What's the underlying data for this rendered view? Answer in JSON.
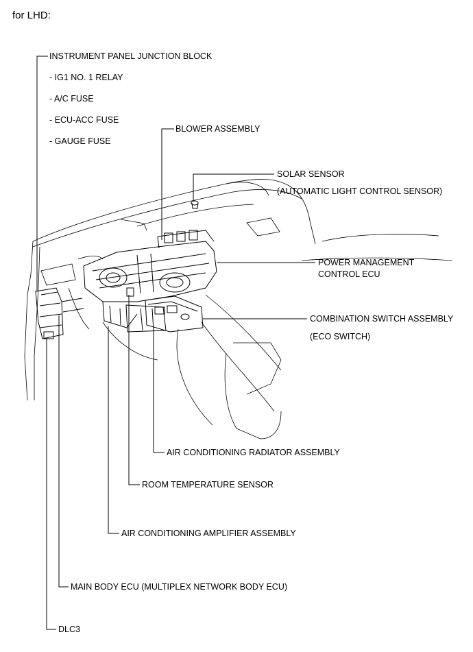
{
  "header": {
    "title": "for LHD:"
  },
  "labels": {
    "ipjb": "INSTRUMENT PANEL JUNCTION BLOCK",
    "ig1": "- IG1 NO. 1 RELAY",
    "ac_fuse": "- A/C FUSE",
    "ecu_acc": "- ECU-ACC FUSE",
    "gauge": "- GAUGE FUSE",
    "blower": "BLOWER ASSEMBLY",
    "solar": "SOLAR SENSOR",
    "solar_sub": "(AUTOMATIC LIGHT CONTROL SENSOR)",
    "pm1": "POWER MANAGEMENT",
    "pm2": "CONTROL ECU",
    "combo": "COMBINATION SWITCH ASSEMBLY",
    "eco": "(ECO SWITCH)",
    "radiator": "AIR CONDITIONING RADIATOR ASSEMBLY",
    "room": "ROOM TEMPERATURE SENSOR",
    "amp": "AIR CONDITIONING AMPLIFIER ASSEMBLY",
    "main": "MAIN BODY ECU (MULTIPLEX NETWORK BODY ECU)",
    "dlc": "DLC3"
  }
}
